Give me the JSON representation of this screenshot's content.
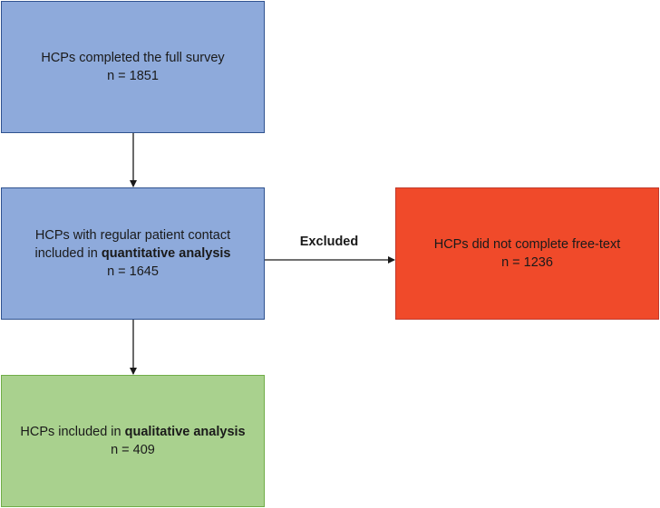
{
  "boxes": {
    "survey": {
      "line1": "HCPs completed the full survey",
      "line2": "n = 1851"
    },
    "quantitative": {
      "line1": "HCPs with regular patient contact",
      "line2_prefix": "included in ",
      "line2_bold": "quantitative analysis",
      "line3": "n = 1645"
    },
    "excluded": {
      "line1": "HCPs did not complete free-text",
      "line2": "n = 1236"
    },
    "qualitative": {
      "line1_prefix": "HCPs included in ",
      "line1_bold": "qualitative analysis",
      "line2": "n = 409"
    }
  },
  "connectors": {
    "excluded_label": "Excluded"
  },
  "colors": {
    "blue_fill": "#8eaadb",
    "blue_border": "#2f528f",
    "red_fill": "#f04a2a",
    "green_fill": "#a9d18e",
    "green_border": "#70ad47",
    "arrow": "#1a1a1a"
  }
}
